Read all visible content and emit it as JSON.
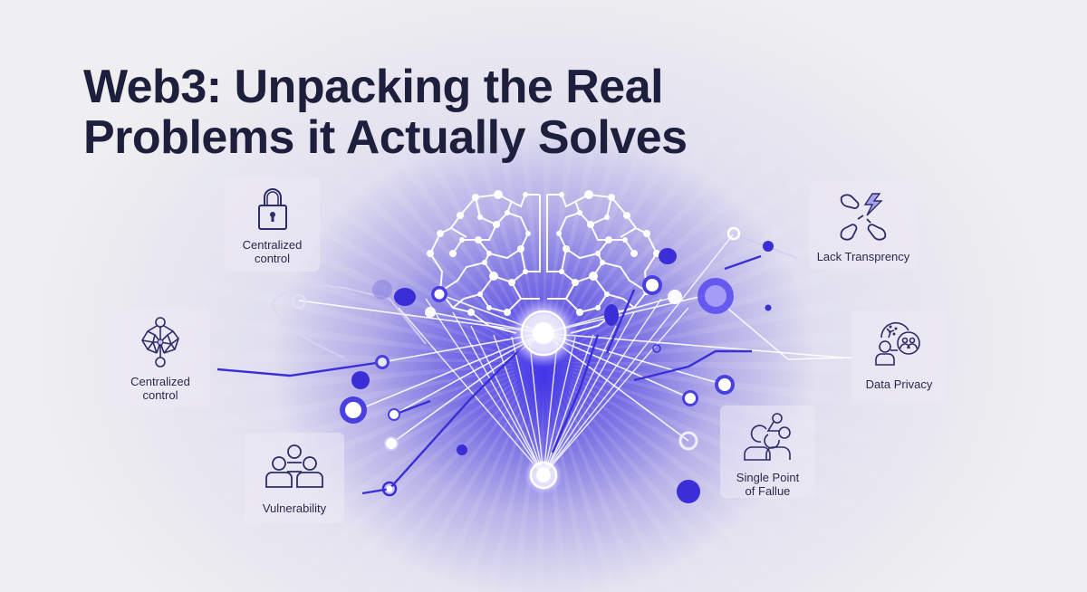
{
  "title": {
    "line1": "Web3: Unpacking the Real",
    "line2": "Problems it Actually Solves"
  },
  "colors": {
    "background": "#efeff1",
    "title_text": "#1d1f3c",
    "accent_purple": "#4a3fe0",
    "icon_stroke": "#2e2c66",
    "node_white": "#ffffff"
  },
  "cards": [
    {
      "id": "centralized-control-top",
      "label_line1": "Centralized",
      "label_line2": "control",
      "icon": "padlock-icon"
    },
    {
      "id": "centralized-control-left",
      "label_line1": "Centralized",
      "label_line2": "control",
      "icon": "network-hub-icon"
    },
    {
      "id": "vulnerability",
      "label_line1": "Vulnerability",
      "label_line2": "",
      "icon": "people-group-icon"
    },
    {
      "id": "lack-transparency",
      "label_line1": "Lack Transprency",
      "label_line2": "",
      "icon": "disconnected-hands-icon"
    },
    {
      "id": "data-privacy",
      "label_line1": "Data Privacy",
      "label_line2": "",
      "icon": "user-privacy-icon"
    },
    {
      "id": "single-point-failure",
      "label_line1": "Single Point",
      "label_line2": "of Fallue",
      "icon": "linked-users-icon"
    }
  ],
  "center_graphic": {
    "type": "brain-network",
    "description": "Glowing circuit brain with radiating connection lines"
  }
}
